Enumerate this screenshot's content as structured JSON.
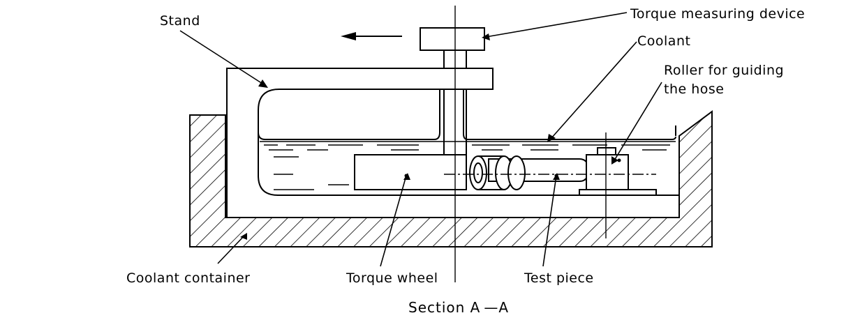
{
  "labels": {
    "stand": "Stand",
    "torque_measuring_device": "Torque measuring device",
    "coolant": "Coolant",
    "roller_line1": "Roller for guiding",
    "roller_line2": "the hose",
    "coolant_container": "Coolant container",
    "torque_wheel": "Torque wheel",
    "test_piece": "Test piece"
  },
  "caption": "Section A —A"
}
